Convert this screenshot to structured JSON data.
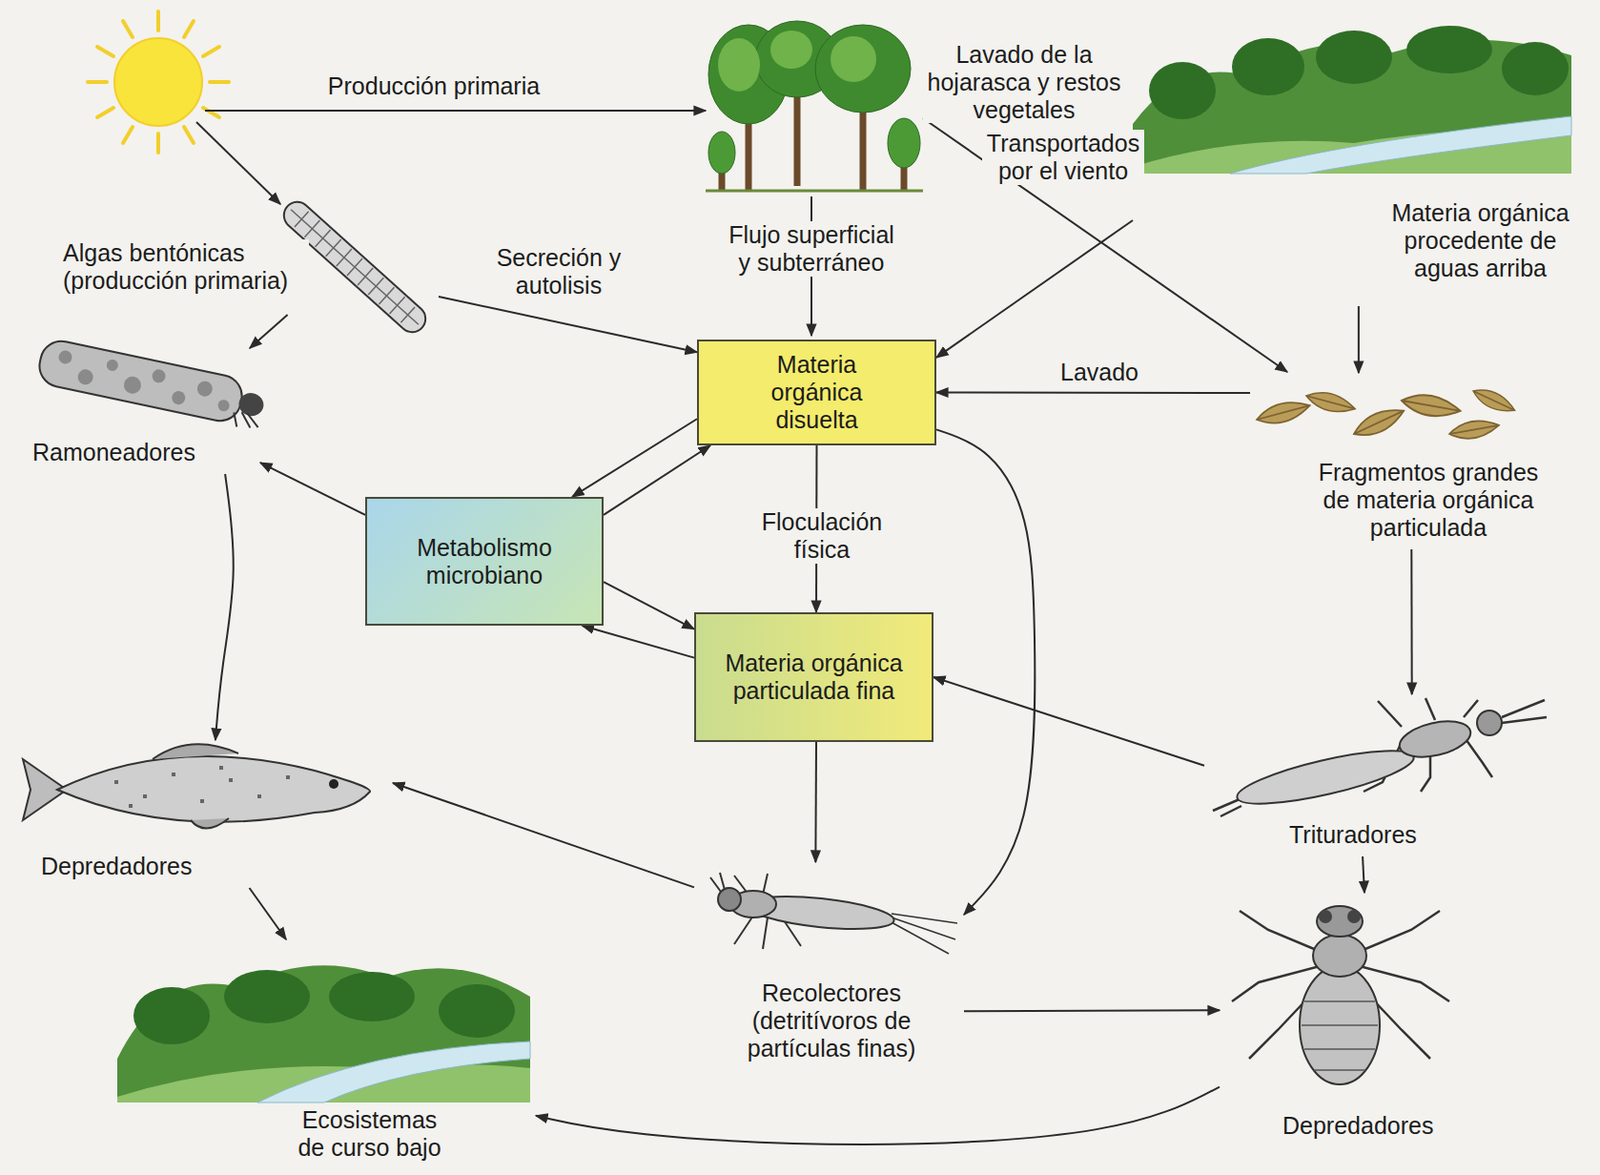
{
  "diagram": {
    "nodes": [
      {
        "text": [
          "Algas bentónicas (producción primaria)"
        ]
      },
      {
        "text": [
          "Materia orgánica procedente de aguas arriba"
        ]
      },
      {
        "text": [
          "Materia orgánica disuelta"
        ]
      },
      {
        "text": [
          "Ramoneadores"
        ]
      },
      {
        "text": [
          "Metabolismo microbiano"
        ]
      },
      {
        "text": [
          "Fragmentos grandes de materia orgánica particulada"
        ]
      },
      {
        "text": [
          "Materia orgánica particulada fina"
        ]
      },
      {
        "text": [
          "Trituradores"
        ]
      },
      {
        "text": [
          "Depredadores"
        ]
      },
      {
        "text": [
          "Recolectores (detritívoros de partículas finas)"
        ]
      },
      {
        "text": [
          "Depredadores"
        ]
      },
      {
        "text": [
          "Ecosistemas de curso bajo"
        ]
      }
    ],
    "edges": [
      {
        "from": 0,
        "to": 2,
        "label": "Secreción y autolisis",
        "arrow": "to"
      },
      {
        "from": 0,
        "to": 3,
        "arrow": "to"
      },
      {
        "from": 1,
        "to": 2,
        "arrow": "to"
      },
      {
        "from": 1,
        "to": 5,
        "arrow": "to"
      },
      {
        "from": 5,
        "to": 2,
        "label": "Lavado",
        "arrow": "to"
      },
      {
        "from": 2,
        "to": 4,
        "arrow": "to"
      },
      {
        "from": 4,
        "to": 2,
        "arrow": "to"
      },
      {
        "from": 4,
        "to": 3,
        "arrow": "to"
      },
      {
        "from": 2,
        "to": 6,
        "label": "Floculación física",
        "arrow": "to"
      },
      {
        "from": 6,
        "to": 4,
        "arrow": "to"
      },
      {
        "from": 4,
        "to": 6,
        "arrow": "to"
      },
      {
        "from": 5,
        "to": 7,
        "arrow": "to"
      },
      {
        "from": 7,
        "to": 6,
        "arrow": "to"
      },
      {
        "from": 6,
        "to": 9,
        "arrow": "to"
      },
      {
        "from": 2,
        "to": 9,
        "arrow": "to"
      },
      {
        "from": 3,
        "to": 8,
        "arrow": "to"
      },
      {
        "from": 9,
        "to": 8,
        "arrow": "to"
      },
      {
        "from": 7,
        "to": 10,
        "arrow": "to"
      },
      {
        "from": 9,
        "to": 10,
        "arrow": "to"
      },
      {
        "from": 8,
        "to": 11,
        "arrow": "to"
      },
      {
        "from": 10,
        "to": 11,
        "arrow": "to"
      }
    ],
    "labels": [
      "Producción primaria",
      "Lavado de la hojarasca y restos vegetales",
      "Transportados por el viento",
      "Flujo superficial y subterráneo"
    ]
  }
}
